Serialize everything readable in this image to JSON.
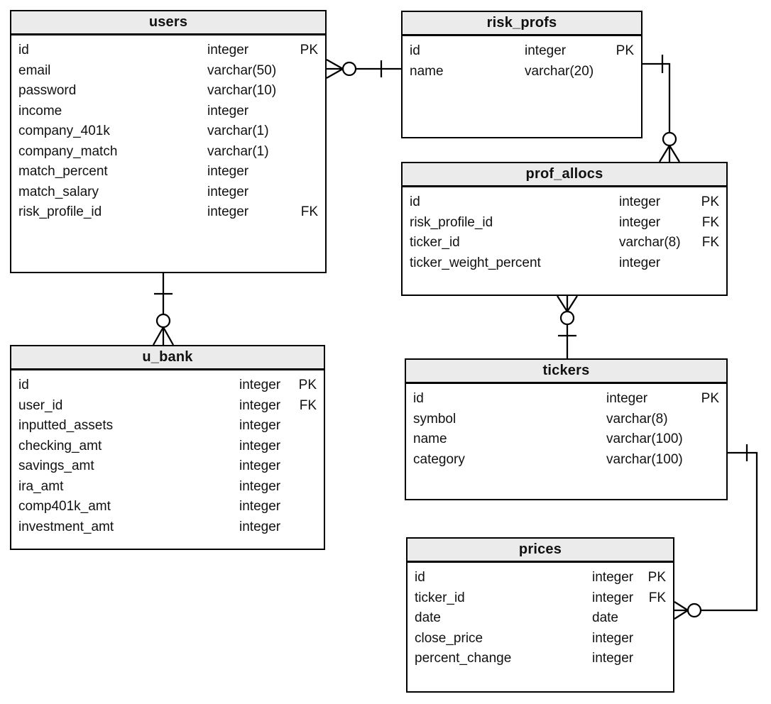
{
  "diagram": {
    "type": "entity-relationship",
    "notation": "crows-foot",
    "colors": {
      "background": "#ffffff",
      "entity_header_fill": "#ebebeb",
      "border": "#000000",
      "text": "#111111"
    },
    "entities": [
      {
        "id": "users",
        "title": "users",
        "fields": [
          {
            "name": "id",
            "type": "integer",
            "key": "PK"
          },
          {
            "name": "email",
            "type": "varchar(50)",
            "key": ""
          },
          {
            "name": "password",
            "type": "varchar(10)",
            "key": ""
          },
          {
            "name": "income",
            "type": "integer",
            "key": ""
          },
          {
            "name": "company_401k",
            "type": "varchar(1)",
            "key": ""
          },
          {
            "name": "company_match",
            "type": "varchar(1)",
            "key": ""
          },
          {
            "name": "match_percent",
            "type": "integer",
            "key": ""
          },
          {
            "name": "match_salary",
            "type": "integer",
            "key": ""
          },
          {
            "name": "risk_profile_id",
            "type": "integer",
            "key": "FK"
          }
        ]
      },
      {
        "id": "risk_profs",
        "title": "risk_profs",
        "fields": [
          {
            "name": "id",
            "type": "integer",
            "key": "PK"
          },
          {
            "name": "name",
            "type": "varchar(20)",
            "key": ""
          }
        ]
      },
      {
        "id": "prof_allocs",
        "title": "prof_allocs",
        "fields": [
          {
            "name": "id",
            "type": "integer",
            "key": "PK"
          },
          {
            "name": "risk_profile_id",
            "type": "integer",
            "key": "FK"
          },
          {
            "name": "ticker_id",
            "type": "varchar(8)",
            "key": "FK"
          },
          {
            "name": "ticker_weight_percent",
            "type": "integer",
            "key": ""
          }
        ]
      },
      {
        "id": "u_bank",
        "title": "u_bank",
        "fields": [
          {
            "name": "id",
            "type": "integer",
            "key": "PK"
          },
          {
            "name": "user_id",
            "type": "integer",
            "key": "FK"
          },
          {
            "name": "inputted_assets",
            "type": "integer",
            "key": ""
          },
          {
            "name": "checking_amt",
            "type": "integer",
            "key": ""
          },
          {
            "name": "savings_amt",
            "type": "integer",
            "key": ""
          },
          {
            "name": "ira_amt",
            "type": "integer",
            "key": ""
          },
          {
            "name": "comp401k_amt",
            "type": "integer",
            "key": ""
          },
          {
            "name": "investment_amt",
            "type": "integer",
            "key": ""
          }
        ]
      },
      {
        "id": "tickers",
        "title": "tickers",
        "fields": [
          {
            "name": "id",
            "type": "integer",
            "key": "PK"
          },
          {
            "name": "symbol",
            "type": "varchar(8)",
            "key": ""
          },
          {
            "name": "name",
            "type": "varchar(100)",
            "key": ""
          },
          {
            "name": "category",
            "type": "varchar(100)",
            "key": ""
          }
        ]
      },
      {
        "id": "prices",
        "title": "prices",
        "fields": [
          {
            "name": "id",
            "type": "integer",
            "key": "PK"
          },
          {
            "name": "ticker_id",
            "type": "integer",
            "key": "FK"
          },
          {
            "name": "date",
            "type": "date",
            "key": ""
          },
          {
            "name": "close_price",
            "type": "integer",
            "key": ""
          },
          {
            "name": "percent_change",
            "type": "integer",
            "key": ""
          }
        ]
      }
    ],
    "relationships": [
      {
        "from": "users",
        "to": "risk_profs",
        "from_cardinality": "zero-or-many",
        "to_cardinality": "one"
      },
      {
        "from": "u_bank",
        "to": "users",
        "from_cardinality": "zero-or-many",
        "to_cardinality": "one"
      },
      {
        "from": "prof_allocs",
        "to": "risk_profs",
        "from_cardinality": "zero-or-many",
        "to_cardinality": "one"
      },
      {
        "from": "prof_allocs",
        "to": "tickers",
        "from_cardinality": "zero-or-many",
        "to_cardinality": "one"
      },
      {
        "from": "prices",
        "to": "tickers",
        "from_cardinality": "zero-or-many",
        "to_cardinality": "one"
      }
    ]
  }
}
